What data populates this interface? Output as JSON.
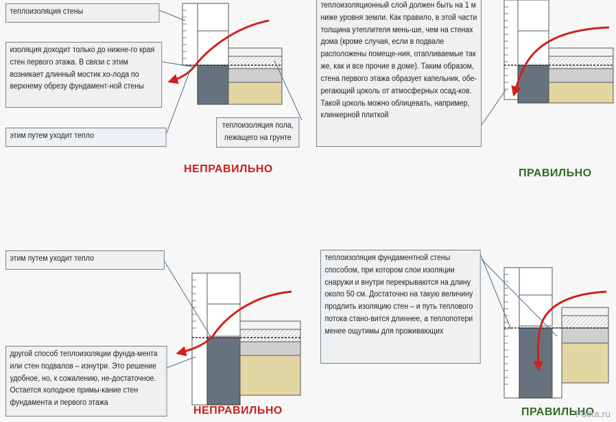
{
  "labels": {
    "p1_wall": "теплоизоляция стены",
    "p1_bridge": "изоляция доходит только до нижне-го края стен первого этажа. В связи с этим возникает длинный мостик хо-лода по верхнему обрезу фундамент-ной стены",
    "p1_heat": "этим путем уходит тепло",
    "p1_floor": "теплоизоляция пола, лежащего на грунте",
    "p2_text": "теплоизоляционный слой должен быть на 1 м ниже уровня земли. Как правило, в этой части толщина утеплителя мень-ше, чем на стенах дома (кроме случая, если в подвале расположены помеще-ния, отапливаемые так же, как и все прочие в доме). Таким образом, стена первого этажа образует капельник, обе-регающий цоколь от атмосферных осад-ков. Такой цоколь можно облицевать, например, клинкерной плиткой",
    "p3_heat": "этим путем уходит тепло",
    "p3_inside": "другой способ теплоизоляции фунда-мента или стен подвалов – изнутри. Это решение удобное, но, к сожалению, не-достаточное. Остается холодное примы-кание стен фундамента и первого этажа",
    "p4_text": "теплоизоляция фундаментной стены способом, при котором слои изоляции снаружи и внутри перекрываются на длину около 50 см. Достаточно на такую величину продлить изоляцию стен – и путь теплового потока стано-вится длиннее, а теплопотери менее ощутимы для проживающих"
  },
  "verdicts": {
    "wrong": "НЕПРАВИЛЬНО",
    "right": "ПРАВИЛЬНО"
  },
  "watermark": "Fotka.ru",
  "colors": {
    "wrong": "#c8201e",
    "right": "#2f6b22",
    "arrow": "#d0201c",
    "foundation": "#66737f",
    "soil": "#e3d6a3",
    "insulation": "#e9e9e9",
    "box_border": "#6f7e8c"
  }
}
